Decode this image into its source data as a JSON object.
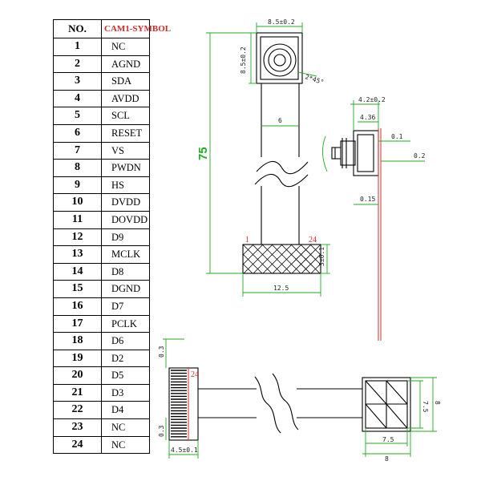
{
  "pin_table": {
    "header_no": "NO.",
    "header_symbol": "CAM1-SYMBOL",
    "rows": [
      {
        "no": "1",
        "symbol": "NC"
      },
      {
        "no": "2",
        "symbol": "AGND"
      },
      {
        "no": "3",
        "symbol": "SDA"
      },
      {
        "no": "4",
        "symbol": "AVDD"
      },
      {
        "no": "5",
        "symbol": "SCL"
      },
      {
        "no": "6",
        "symbol": "RESET"
      },
      {
        "no": "7",
        "symbol": "VS"
      },
      {
        "no": "8",
        "symbol": "PWDN"
      },
      {
        "no": "9",
        "symbol": "HS"
      },
      {
        "no": "10",
        "symbol": "DVDD"
      },
      {
        "no": "11",
        "symbol": "DOVDD"
      },
      {
        "no": "12",
        "symbol": "D9"
      },
      {
        "no": "13",
        "symbol": "MCLK"
      },
      {
        "no": "14",
        "symbol": "D8"
      },
      {
        "no": "15",
        "symbol": "DGND"
      },
      {
        "no": "16",
        "symbol": "D7"
      },
      {
        "no": "17",
        "symbol": "PCLK"
      },
      {
        "no": "18",
        "symbol": "D6"
      },
      {
        "no": "19",
        "symbol": "D2"
      },
      {
        "no": "20",
        "symbol": "D5"
      },
      {
        "no": "21",
        "symbol": "D3"
      },
      {
        "no": "22",
        "symbol": "D4"
      },
      {
        "no": "23",
        "symbol": "NC"
      },
      {
        "no": "24",
        "symbol": "NC"
      }
    ]
  },
  "front_view": {
    "module_width": "8.5±0.2",
    "module_height": "8.5±0.2",
    "module_angle": "2*45°",
    "flex_width": "6",
    "total_length": "75",
    "pin_first": "1",
    "pin_last": "24",
    "connector_height": "3±0.1",
    "connector_width": "12.5"
  },
  "side_view": {
    "top_dim": "4.2±0.2",
    "lens_dim": "4.36",
    "flex_thickness": "0.1",
    "offset": "0.2",
    "stiffener": "0.15"
  },
  "bottom_view": {
    "tail_top_dim": "0.3",
    "tail_bottom_dim": "0.3",
    "pin_label": "24",
    "connector_width": "4.5±0.1",
    "module_inner_width": "7.5",
    "module_outer_width": "8",
    "module_inner_height": "7.5",
    "module_outer_height": "8"
  },
  "colors": {
    "dimension_line": "#22aa22",
    "pin_label": "#d42a2a",
    "outline": "#000000"
  }
}
